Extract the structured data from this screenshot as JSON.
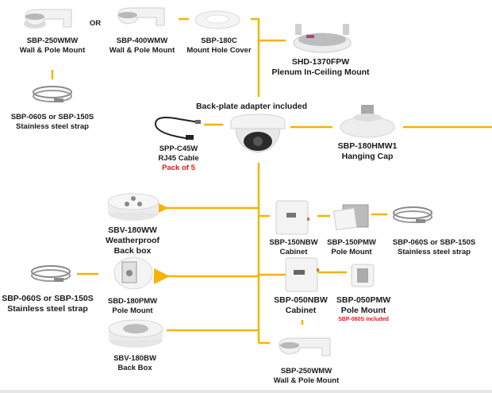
{
  "diagram": {
    "connector_color": "#f5b400",
    "note_color": "#e8141b",
    "center_note": "Back-plate adapter included",
    "or_label": "OR",
    "products": [
      {
        "id": "sbp-250wmw-top",
        "model": "SBP-250WMW",
        "desc": "Wall & Pole Mount",
        "icon": "wall-mount-icon"
      },
      {
        "id": "sbp-400wmw",
        "model": "SBP-400WMW",
        "desc": "Wall & Pole Mount",
        "icon": "wall-mount-icon"
      },
      {
        "id": "sbp-180c",
        "model": "SBP-180C",
        "desc": "Mount Hole Cover",
        "icon": "hole-cover-icon"
      },
      {
        "id": "shd-1370fpw",
        "model": "SHD-1370FPW",
        "desc": "Plenum In-Ceiling Mount",
        "icon": "in-ceiling-mount-icon"
      },
      {
        "id": "strap-top-left",
        "model": "SBP-060S or SBP-150S",
        "desc": "Stainless steel strap",
        "icon": "steel-strap-icon"
      },
      {
        "id": "spp-c45w",
        "model": "SPP-C45W",
        "desc": "RJ45 Cable",
        "note": "Pack of 5",
        "icon": "rj45-cable-icon"
      },
      {
        "id": "camera",
        "model": "",
        "desc": "",
        "icon": "dome-camera-icon"
      },
      {
        "id": "sbp-180hmw1",
        "model": "SBP-180HMW1",
        "desc": "Hanging Cap",
        "icon": "hanging-cap-icon"
      },
      {
        "id": "sbv-180ww",
        "model": "SBV-180WW",
        "desc": "Weatherproof",
        "desc2": "Back box",
        "icon": "back-box-icon"
      },
      {
        "id": "sbp-150nbw",
        "model": "SBP-150NBW",
        "desc": "Cabinet",
        "icon": "cabinet-icon"
      },
      {
        "id": "sbp-150pmw",
        "model": "SBP-150PMW",
        "desc": "Pole Mount",
        "icon": "pole-mount-icon"
      },
      {
        "id": "strap-right",
        "model": "SBP-060S or SBP-150S",
        "desc": "Stainless steel strap",
        "icon": "steel-strap-icon"
      },
      {
        "id": "strap-left",
        "model": "SBP-060S or SBP-150S",
        "desc": "Stainless steel strap",
        "icon": "steel-strap-icon"
      },
      {
        "id": "sbd-180pmw",
        "model": "SBD-180PMW",
        "desc": "Pole Mount",
        "icon": "pole-mount-icon"
      },
      {
        "id": "sbp-050nbw",
        "model": "SBP-050NBW",
        "desc": "Cabinet",
        "icon": "cabinet-icon"
      },
      {
        "id": "sbp-050pmw",
        "model": "SBP-050PMW",
        "desc": "Pole Mount",
        "note": "SBP-060S included",
        "icon": "pole-mount-icon"
      },
      {
        "id": "sbv-180bw",
        "model": "SBV-180BW",
        "desc": "Back Box",
        "icon": "back-box-icon"
      },
      {
        "id": "sbp-250wmw-bottom",
        "model": "SBP-250WMW",
        "desc": "Wall & Pole Mount",
        "icon": "wall-mount-icon"
      }
    ]
  }
}
